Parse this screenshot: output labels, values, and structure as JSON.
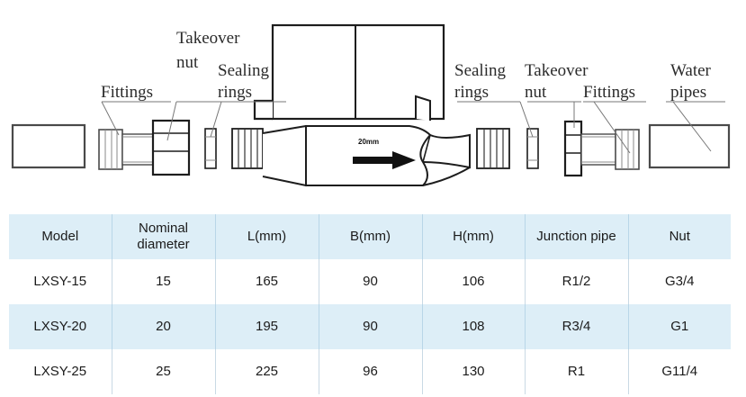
{
  "diagram": {
    "title_labels": [
      {
        "id": "fittings-left",
        "text": "Fittings"
      },
      {
        "id": "takeover-nut-left-line1",
        "text": "Takeover"
      },
      {
        "id": "takeover-nut-left-line2",
        "text": "nut"
      },
      {
        "id": "sealing-rings-left-line1",
        "text": "Sealing"
      },
      {
        "id": "sealing-rings-left-line2",
        "text": "rings"
      },
      {
        "id": "sealing-rings-right-line1",
        "text": "Sealing"
      },
      {
        "id": "sealing-rings-right-line2",
        "text": "rings"
      },
      {
        "id": "takeover-nut-right-line1",
        "text": "Takeover"
      },
      {
        "id": "takeover-nut-right-line2",
        "text": "nut"
      },
      {
        "id": "fittings-right",
        "text": "Fittings"
      },
      {
        "id": "water-pipes-line1",
        "text": "Water"
      },
      {
        "id": "water-pipes-line2",
        "text": "pipes"
      }
    ],
    "flow_arrow_label": "20mm"
  },
  "table": {
    "headers": [
      "Model",
      "Nominal diameter",
      "L(mm)",
      "B(mm)",
      "H(mm)",
      "Junction pipe",
      "Nut"
    ],
    "header_nominal_line1": "Nominal",
    "header_nominal_line2": "diameter",
    "rows": [
      {
        "model": "LXSY-15",
        "nominal_diameter": "15",
        "l_mm": "165",
        "b_mm": "90",
        "h_mm": "106",
        "junction_pipe": "R1/2",
        "nut": "G3/4"
      },
      {
        "model": "LXSY-20",
        "nominal_diameter": "20",
        "l_mm": "195",
        "b_mm": "90",
        "h_mm": "108",
        "junction_pipe": "R3/4",
        "nut": "G1"
      },
      {
        "model": "LXSY-25",
        "nominal_diameter": "25",
        "l_mm": "225",
        "b_mm": "96",
        "h_mm": "130",
        "junction_pipe": "R1",
        "nut": "G11/4"
      }
    ]
  },
  "colors": {
    "header_band": "#ddeef7",
    "alt_row": "#ddeef7",
    "divider": "#b9d6e8",
    "text": "#1b1b1b",
    "line": "#4a4a4a"
  }
}
